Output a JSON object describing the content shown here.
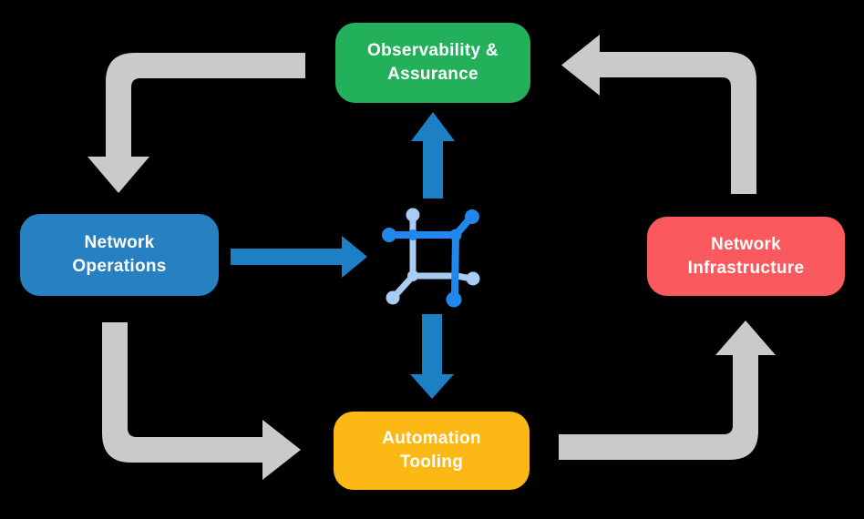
{
  "title": "Network automation cycle diagram",
  "colors": {
    "background": "#000000",
    "text": "#FFFFFF",
    "green": "#23B05A",
    "blue": "#2680C2",
    "red": "#FA5A5E",
    "yellow": "#FCB814",
    "arrow_gray": "#CACACA",
    "arrow_blue": "#1E80C4",
    "icon_dark_blue": "#2187EC",
    "icon_light_blue": "#A9CCF5"
  },
  "nodes": {
    "observability": {
      "lines": [
        "Observability &",
        "Assurance"
      ],
      "color": "#23B05A"
    },
    "operations": {
      "lines": [
        "Network",
        "Operations"
      ],
      "color": "#2680C2"
    },
    "infrastructure": {
      "lines": [
        "Network",
        "Infrastructure"
      ],
      "color": "#FA5A5E"
    },
    "automation": {
      "lines": [
        "Automation",
        "Tooling"
      ],
      "color": "#FCB814"
    }
  },
  "center_icon": {
    "name": "network-mesh-icon"
  },
  "arrows": {
    "gray_cycle": [
      "observability-to-operations",
      "operations-to-automation",
      "automation-to-infrastructure",
      "infrastructure-to-observability"
    ],
    "blue": [
      "operations-to-center",
      "center-to-observability",
      "center-to-automation"
    ]
  }
}
